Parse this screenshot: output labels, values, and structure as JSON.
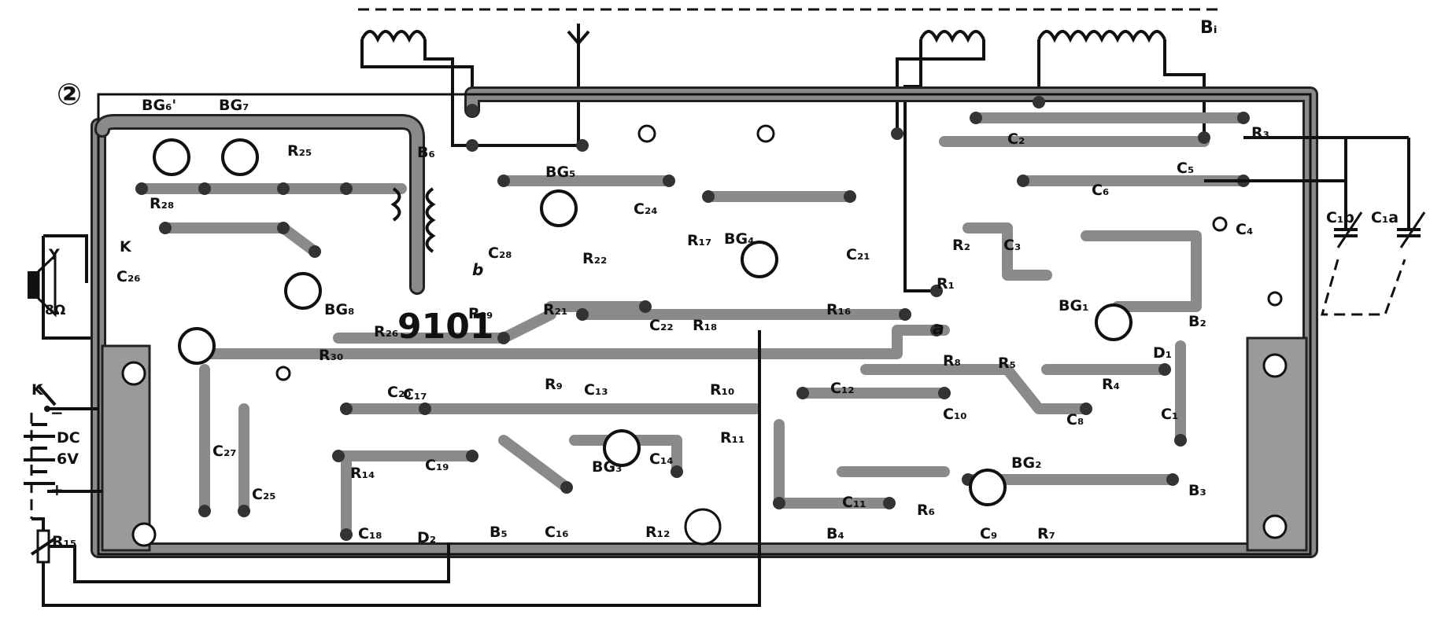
{
  "figure": {
    "number_label": "②",
    "board_number": "9101"
  },
  "transistors": [
    {
      "id": "bg6p",
      "label": "BG₆'"
    },
    {
      "id": "bg7",
      "label": "BG₇"
    },
    {
      "id": "bg5",
      "label": "BG₅"
    },
    {
      "id": "bg4",
      "label": "BG₄"
    },
    {
      "id": "bg8",
      "label": "BG₈"
    },
    {
      "id": "bg3",
      "label": "BG₃"
    },
    {
      "id": "bg2",
      "label": "BG₂"
    },
    {
      "id": "bg1",
      "label": "BG₁"
    }
  ],
  "resistors": [
    {
      "id": "r1",
      "label": "R₁"
    },
    {
      "id": "r2",
      "label": "R₂"
    },
    {
      "id": "r3",
      "label": "R₃"
    },
    {
      "id": "r4",
      "label": "R₄"
    },
    {
      "id": "r5",
      "label": "R₅"
    },
    {
      "id": "r6",
      "label": "R₆"
    },
    {
      "id": "r7",
      "label": "R₇"
    },
    {
      "id": "r8",
      "label": "R₈"
    },
    {
      "id": "r9",
      "label": "R₉"
    },
    {
      "id": "r10",
      "label": "R₁₀"
    },
    {
      "id": "r11",
      "label": "R₁₁"
    },
    {
      "id": "r12",
      "label": "R₁₂"
    },
    {
      "id": "r14",
      "label": "R₁₄"
    },
    {
      "id": "r15",
      "label": "R₁₅"
    },
    {
      "id": "r16",
      "label": "R₁₆"
    },
    {
      "id": "r17",
      "label": "R₁₇"
    },
    {
      "id": "r18",
      "label": "R₁₈"
    },
    {
      "id": "r21",
      "label": "R₂₁"
    },
    {
      "id": "r22",
      "label": "R₂₂"
    },
    {
      "id": "r25",
      "label": "R₂₅"
    },
    {
      "id": "r26",
      "label": "R₂₆"
    },
    {
      "id": "r28",
      "label": "R₂₈"
    },
    {
      "id": "r29",
      "label": "R₂₉"
    },
    {
      "id": "r30",
      "label": "R₃₀"
    }
  ],
  "capacitors": [
    {
      "id": "c1",
      "label": "C₁"
    },
    {
      "id": "c2",
      "label": "C₂"
    },
    {
      "id": "c3",
      "label": "C₃"
    },
    {
      "id": "c4",
      "label": "C₄"
    },
    {
      "id": "c5",
      "label": "C₅"
    },
    {
      "id": "c6",
      "label": "C₆"
    },
    {
      "id": "c8",
      "label": "C₈"
    },
    {
      "id": "c9",
      "label": "C₉"
    },
    {
      "id": "c10",
      "label": "C₁₀"
    },
    {
      "id": "c11",
      "label": "C₁₁"
    },
    {
      "id": "c12",
      "label": "C₁₂"
    },
    {
      "id": "c13",
      "label": "C₁₃"
    },
    {
      "id": "c14",
      "label": "C₁₄"
    },
    {
      "id": "c16",
      "label": "C₁₆"
    },
    {
      "id": "c17",
      "label": "C₁₇"
    },
    {
      "id": "c18",
      "label": "C₁₈"
    },
    {
      "id": "c19",
      "label": "C₁₉"
    },
    {
      "id": "c20",
      "label": "C₂₀"
    },
    {
      "id": "c21",
      "label": "C₂₁"
    },
    {
      "id": "c22",
      "label": "C₂₂"
    },
    {
      "id": "c24",
      "label": "C₂₄"
    },
    {
      "id": "c25",
      "label": "C₂₅"
    },
    {
      "id": "c26",
      "label": "C₂₆"
    },
    {
      "id": "c27",
      "label": "C₂₇"
    },
    {
      "id": "c28",
      "label": "C₂₈"
    },
    {
      "id": "c1b",
      "label": "C₁b"
    },
    {
      "id": "c1a",
      "label": "C₁a"
    }
  ],
  "transformers": [
    {
      "id": "b1",
      "label": "Bᵢ"
    },
    {
      "id": "b2",
      "label": "B₂"
    },
    {
      "id": "b3",
      "label": "B₃"
    },
    {
      "id": "b4",
      "label": "B₄"
    },
    {
      "id": "b5",
      "label": "B₅"
    },
    {
      "id": "b6",
      "label": "B₆"
    }
  ],
  "diodes": [
    {
      "id": "d1",
      "label": "D₁"
    },
    {
      "id": "d2",
      "label": "D₂"
    }
  ],
  "power": {
    "switch_label": "K",
    "switch_label_2": "K",
    "minus": "−",
    "plus": "+",
    "dc": "DC",
    "voltage": "6V"
  },
  "speaker": {
    "label": "Y",
    "impedance": "8Ω"
  },
  "nodes": {
    "a": "a",
    "b": "b"
  },
  "colors": {
    "ink": "#111111",
    "trace": "#8a8a8a",
    "paper": "#ffffff"
  }
}
